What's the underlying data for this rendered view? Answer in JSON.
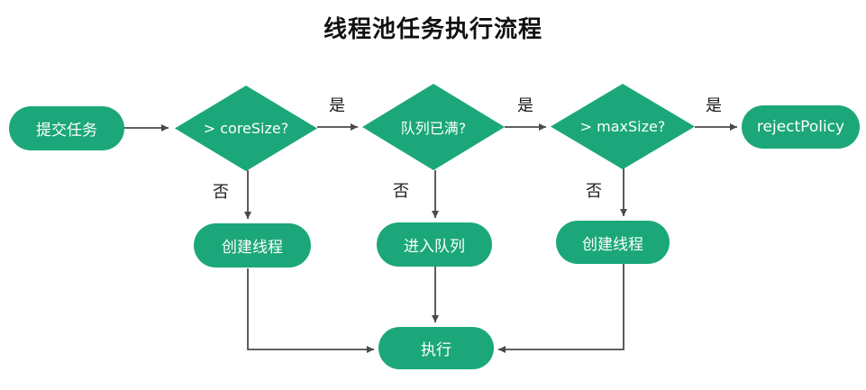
{
  "title": "线程池任务执行流程",
  "colors": {
    "node_fill": "#1ba77a",
    "node_text": "#ffffff",
    "connector": "#4a4a4a",
    "edge_label_text": "#1c1c1c",
    "title_text": "#111111",
    "background": "#ffffff"
  },
  "nodes": {
    "start": {
      "label": "提交任务"
    },
    "decision_core_size": {
      "label": "> coreSize?"
    },
    "decision_queue_full": {
      "label": "队列已满?"
    },
    "decision_max_size": {
      "label": "> maxSize?"
    },
    "reject_policy": {
      "label": "rejectPolicy"
    },
    "create_thread_core": {
      "label": "创建线程"
    },
    "enter_queue": {
      "label": "进入队列"
    },
    "create_thread_max": {
      "label": "创建线程"
    },
    "execute": {
      "label": "执行"
    }
  },
  "edge_labels": {
    "yes_1": "是",
    "yes_2": "是",
    "yes_3": "是",
    "no_1": "否",
    "no_2": "否",
    "no_3": "否"
  },
  "edges": [
    {
      "from": "提交任务",
      "to": "> coreSize?",
      "label": ""
    },
    {
      "from": "> coreSize?",
      "to": "队列已满?",
      "label": "是"
    },
    {
      "from": "队列已满?",
      "to": "> maxSize?",
      "label": "是"
    },
    {
      "from": "> maxSize?",
      "to": "rejectPolicy",
      "label": "是"
    },
    {
      "from": "> coreSize?",
      "to": "创建线程",
      "label": "否"
    },
    {
      "from": "队列已满?",
      "to": "进入队列",
      "label": "否"
    },
    {
      "from": "> maxSize?",
      "to": "创建线程",
      "label": "否"
    },
    {
      "from": "创建线程(左)",
      "to": "执行",
      "label": ""
    },
    {
      "from": "进入队列",
      "to": "执行",
      "label": ""
    },
    {
      "from": "创建线程(右)",
      "to": "执行",
      "label": ""
    }
  ]
}
